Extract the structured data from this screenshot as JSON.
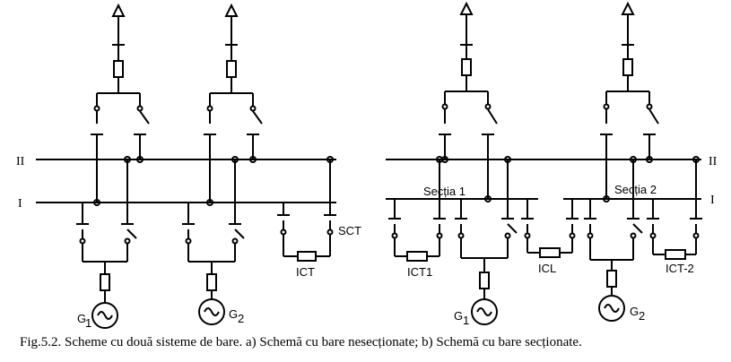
{
  "diagram_a": {
    "bus_upper": "II",
    "bus_lower": "I",
    "coupler_switch": "SCT",
    "coupler_breaker": "ICT",
    "gen_1": {
      "letter": "G",
      "sub": "1"
    },
    "gen_2": {
      "letter": "G",
      "sub": "2"
    }
  },
  "diagram_b": {
    "bus_upper": "II",
    "bus_lower": "I",
    "section_1": "Secția 1",
    "section_2": "Secția 2",
    "coupler_1": "ICT1",
    "sectionalizer": "ICL",
    "coupler_2": "ICT-2",
    "gen_1": {
      "letter": "G",
      "sub": "1"
    },
    "gen_2": {
      "letter": "G",
      "sub": "2"
    }
  },
  "caption": "Fig.5.2. Scheme cu două sisteme de bare. a) Schemă cu bare nesecționate; b) Schemă cu bare secționate."
}
